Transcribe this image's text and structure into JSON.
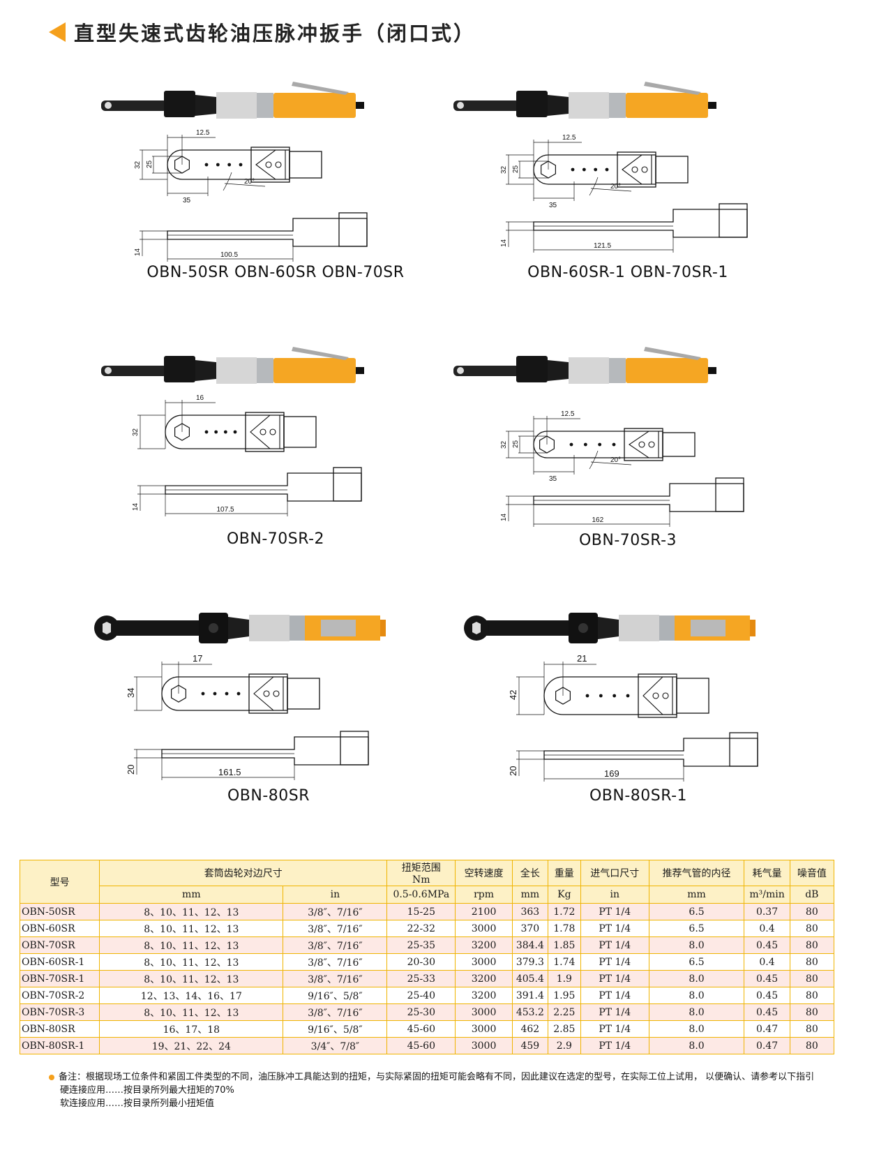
{
  "page": {
    "title": "直型失速式齿轮油压脉冲扳手（闭口式）"
  },
  "products": [
    {
      "model": "OBN-50SR OBN-60SR OBN-70SR",
      "dims": {
        "a": "12.5",
        "h1": "32",
        "h2": "25",
        "b": "35",
        "angle": "20°",
        "t": "14",
        "len": "100.5"
      }
    },
    {
      "model": "OBN-60SR-1 OBN-70SR-1",
      "dims": {
        "a": "12.5",
        "h1": "32",
        "h2": "25",
        "b": "35",
        "angle": "20°",
        "t": "14",
        "len": "121.5"
      }
    },
    {
      "model": "OBN-70SR-2",
      "dims": {
        "a": "16",
        "h1": "32",
        "t": "14",
        "len": "107.5"
      }
    },
    {
      "model": "OBN-70SR-3",
      "dims": {
        "a": "12.5",
        "h1": "32",
        "h2": "25",
        "b": "35",
        "angle": "20°",
        "t": "14",
        "len": "162"
      }
    },
    {
      "model": "OBN-80SR",
      "dims": {
        "a": "17",
        "h1": "34",
        "t": "20",
        "len": "161.5"
      }
    },
    {
      "model": "OBN-80SR-1",
      "dims": {
        "a": "21",
        "h1": "42",
        "t": "20",
        "len": "169"
      }
    }
  ],
  "table": {
    "headers": {
      "model": "型号",
      "socket": "套筒齿轮对边尺寸",
      "torque": "扭矩范围",
      "torque_unit": "Nm",
      "speed": "空转速度",
      "length": "全长",
      "weight": "重量",
      "inlet": "进气口尺寸",
      "hose": "推荐气管的内径",
      "air": "耗气量",
      "noise": "噪音值"
    },
    "units": {
      "mm": "mm",
      "in": "in",
      "torque": "0.5-0.6MPa",
      "speed": "rpm",
      "length": "mm",
      "weight": "Kg",
      "inlet": "in",
      "hose": "mm",
      "air": "m³/min",
      "noise": "dB"
    },
    "rows": [
      [
        "OBN-50SR",
        "8、10、11、12、13",
        "3/8″、7/16″",
        "15-25",
        "2100",
        "363",
        "1.72",
        "PT 1/4",
        "6.5",
        "0.37",
        "80"
      ],
      [
        "OBN-60SR",
        "8、10、11、12、13",
        "3/8″、7/16″",
        "22-32",
        "3000",
        "370",
        "1.78",
        "PT 1/4",
        "6.5",
        "0.4",
        "80"
      ],
      [
        "OBN-70SR",
        "8、10、11、12、13",
        "3/8″、7/16″",
        "25-35",
        "3200",
        "384.4",
        "1.85",
        "PT 1/4",
        "8.0",
        "0.45",
        "80"
      ],
      [
        "OBN-60SR-1",
        "8、10、11、12、13",
        "3/8″、7/16″",
        "20-30",
        "3000",
        "379.3",
        "1.74",
        "PT 1/4",
        "6.5",
        "0.4",
        "80"
      ],
      [
        "OBN-70SR-1",
        "8、10、11、12、13",
        "3/8″、7/16″",
        "25-33",
        "3200",
        "405.4",
        "1.9",
        "PT 1/4",
        "8.0",
        "0.45",
        "80"
      ],
      [
        "OBN-70SR-2",
        "12、13、14、16、17",
        "9/16″、5/8″",
        "25-40",
        "3200",
        "391.4",
        "1.95",
        "PT 1/4",
        "8.0",
        "0.45",
        "80"
      ],
      [
        "OBN-70SR-3",
        "8、10、11、12、13",
        "3/8″、7/16″",
        "25-30",
        "3000",
        "453.2",
        "2.25",
        "PT 1/4",
        "8.0",
        "0.45",
        "80"
      ],
      [
        "OBN-80SR",
        "16、17、18",
        "9/16″、5/8″",
        "45-60",
        "3000",
        "462",
        "2.85",
        "PT 1/4",
        "8.0",
        "0.47",
        "80"
      ],
      [
        "OBN-80SR-1",
        "19、21、22、24",
        "3/4″、7/8″",
        "45-60",
        "3000",
        "459",
        "2.9",
        "PT 1/4",
        "8.0",
        "0.47",
        "80"
      ]
    ]
  },
  "notes": {
    "line1": "备注：根据现场工位条件和紧固工件类型的不同，油压脉冲工具能达到的扭矩，与实际紧固的扭矩可能会略有不同，因此建议在选定的型号，在实际工位上试用，  以便确认、请参考以下指引",
    "line2": "硬连接应用……按目录所列最大扭矩的70%",
    "line3": "软连接应用……按目录所列最小扭矩值"
  },
  "colors": {
    "accent": "#f5a01c",
    "tool_orange": "#f5a623",
    "table_border": "#f0b400"
  }
}
